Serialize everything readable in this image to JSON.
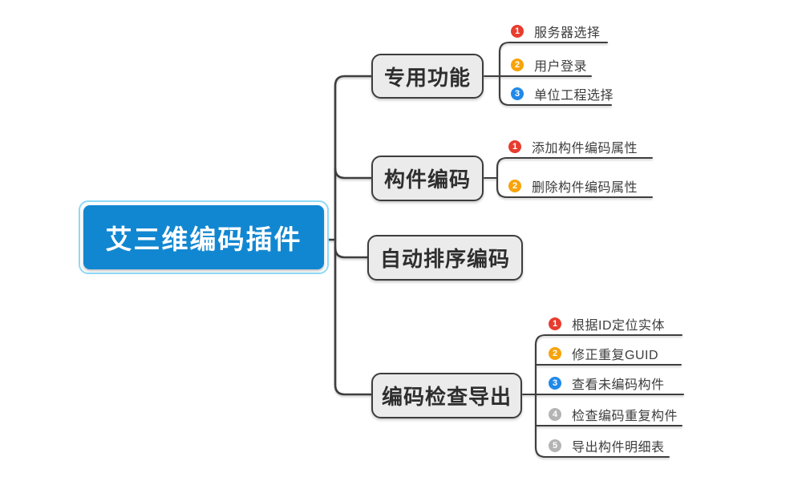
{
  "root": {
    "label": "艾三维编码插件"
  },
  "palette": {
    "root_bg": "#1287d1",
    "root_glow": "#8ed9f8",
    "line": "#3e3e3e",
    "topic_bg": "#ebebeb",
    "badge_red": "#e73c2e",
    "badge_orange": "#f7a30a",
    "badge_blue": "#2189e8",
    "badge_gray": "#b4b4b4"
  },
  "branches": [
    {
      "label": "专用功能",
      "children": [
        {
          "num": "1",
          "text": "服务器选择",
          "color": "#e73c2e"
        },
        {
          "num": "2",
          "text": "用户登录",
          "color": "#f7a30a"
        },
        {
          "num": "3",
          "text": "单位工程选择",
          "color": "#2189e8"
        }
      ]
    },
    {
      "label": "构件编码",
      "children": [
        {
          "num": "1",
          "text": "添加构件编码属性",
          "color": "#e73c2e"
        },
        {
          "num": "2",
          "text": "删除构件编码属性",
          "color": "#f7a30a"
        }
      ]
    },
    {
      "label": "自动排序编码",
      "children": []
    },
    {
      "label": "编码检查导出",
      "children": [
        {
          "num": "1",
          "text": "根据ID定位实体",
          "color": "#e73c2e"
        },
        {
          "num": "2",
          "text": "修正重复GUID",
          "color": "#f7a30a"
        },
        {
          "num": "3",
          "text": "查看未编码构件",
          "color": "#2189e8"
        },
        {
          "num": "4",
          "text": "检查编码重复构件",
          "color": "#b4b4b4"
        },
        {
          "num": "5",
          "text": "导出构件明细表",
          "color": "#b4b4b4"
        }
      ]
    }
  ]
}
